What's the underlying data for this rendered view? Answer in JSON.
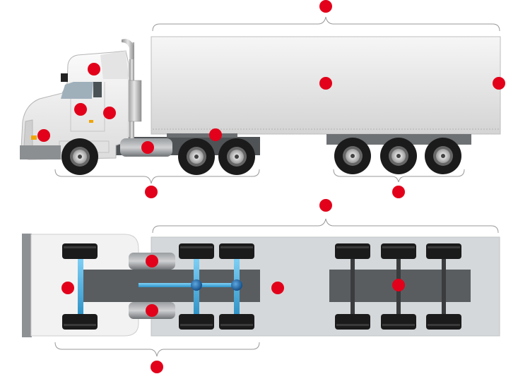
{
  "colors": {
    "hotspot": "#e2001a",
    "trailer_light": "#f1f1f1",
    "trailer_dark": "#d6d6d6",
    "chassis": "#5a5d60",
    "axle": "#4fb3e3",
    "tire": "#1b1b1b",
    "bracket": "#9a9a9a"
  },
  "hotspots": {
    "side_view": [
      "trailer-top",
      "trailer-body",
      "trailer-rear",
      "cab-roof-fairing",
      "cab-door",
      "cab-hood",
      "cab-side-skirt",
      "front-bumper",
      "fuel-tank",
      "fifth-wheel",
      "tractor-chassis",
      "trailer-axles"
    ],
    "top_view": [
      "trailer-top",
      "tractor-frame",
      "fuel-tank-left",
      "fuel-tank-right",
      "trailer-floor",
      "trailer-axles",
      "tractor-chassis"
    ]
  }
}
